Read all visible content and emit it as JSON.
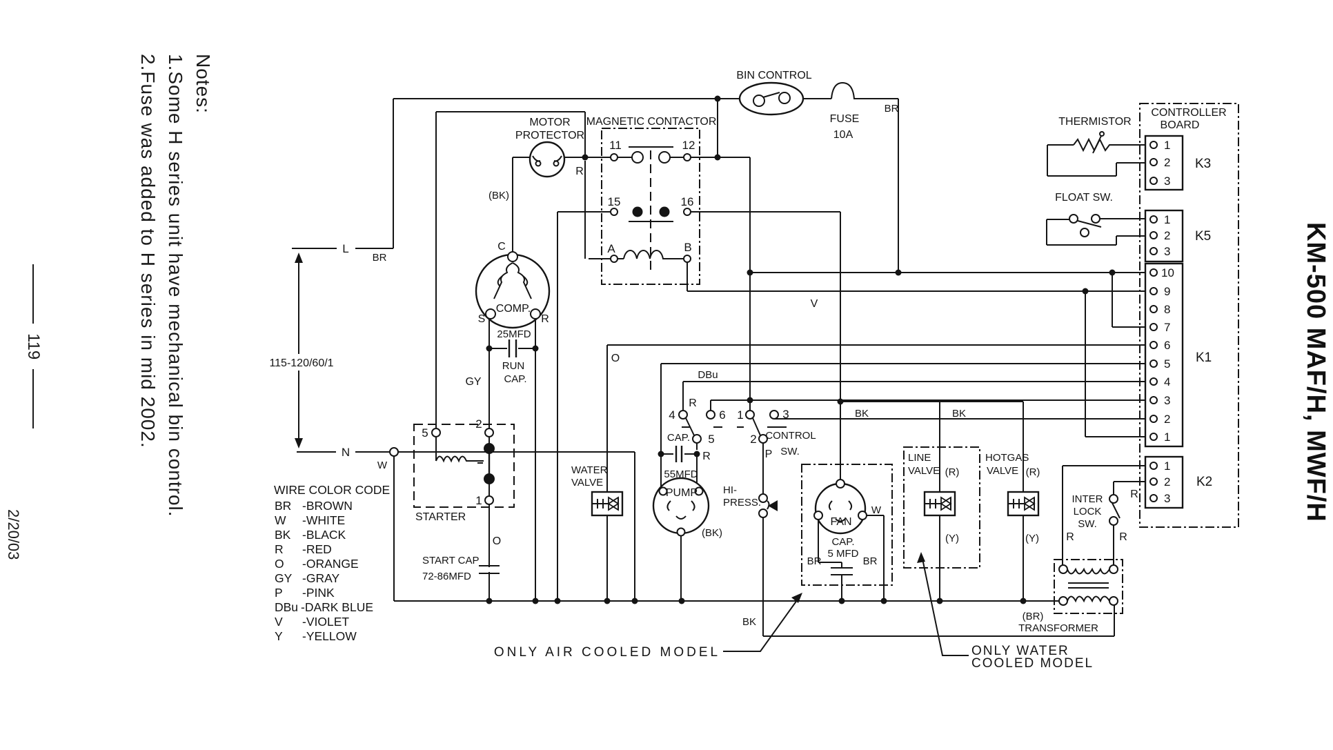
{
  "page": {
    "date_stamp": "2/20/03",
    "page_number": "119",
    "side_title": "KM-500 MAF/H, MWF/H",
    "notes": {
      "heading": "Notes:",
      "item1": "1.Some H series unit have mechanical bin control.",
      "item2": "2.Fuse was added to H series in mid 2002."
    }
  },
  "diagram": {
    "supply": {
      "l": "L",
      "n": "N",
      "w": "W",
      "br": "BR",
      "rating": "115-120/60/1"
    },
    "bin_control": "BIN CONTROL",
    "fuse": {
      "name": "FUSE",
      "rating": "10A"
    },
    "motor_protector": {
      "line1": "MOTOR",
      "line2": "PROTECTOR"
    },
    "magnetic_contactor": {
      "label": "MAGNETIC CONTACTOR",
      "terminals": [
        "11",
        "12",
        "15",
        "16",
        "A",
        "B"
      ]
    },
    "compressor": {
      "label": "COMP.",
      "c": "C",
      "s": "S",
      "r": "R"
    },
    "run_cap": {
      "value": "25MFD",
      "line1": "RUN",
      "line2": "CAP."
    },
    "starter": {
      "label": "STARTER",
      "terminals": [
        "5",
        "2",
        "1"
      ]
    },
    "start_cap": {
      "line1": "START CAP",
      "line2": "72-86MFD"
    },
    "water_valve": {
      "line1": "WATER",
      "line2": "VALVE"
    },
    "pump": {
      "label": "PUMP",
      "cap_label": "CAP.",
      "cap_value": "55MFD"
    },
    "control_switch": {
      "label1": "CONTROL",
      "label2": "SW.",
      "terminals": [
        "4",
        "5",
        "6",
        "1",
        "2",
        "3"
      ]
    },
    "hi_press": {
      "line1": "HI-",
      "line2": "PRESS."
    },
    "fan": {
      "label": "FAN",
      "cap_label": "CAP.",
      "cap_value": "5 MFD"
    },
    "line_valve": {
      "line1": "LINE",
      "line2": "VALVE"
    },
    "hotgas_valve": {
      "line1": "HOTGAS",
      "line2": "VALVE"
    },
    "inter_lock": {
      "line1": "INTER",
      "line2": "LOCK",
      "line3": "SW."
    },
    "transformer": "TRANSFORMER",
    "thermistor": "THERMISTOR",
    "float_sw": "FLOAT SW.",
    "controller_board": {
      "line1": "CONTROLLER",
      "line2": "BOARD"
    },
    "k3": {
      "label": "K3",
      "pins": [
        "1",
        "2",
        "3"
      ]
    },
    "k5": {
      "label": "K5",
      "pins": [
        "1",
        "2",
        "3"
      ]
    },
    "k1": {
      "label": "K1",
      "pins": [
        "10",
        "9",
        "8",
        "7",
        "6",
        "5",
        "4",
        "3",
        "2",
        "1"
      ]
    },
    "k2": {
      "label": "K2",
      "pins": [
        "1",
        "2",
        "3"
      ]
    },
    "callout_air": "ONLY AIR COOLED MODEL",
    "callout_water": {
      "line1": "ONLY WATER",
      "line2": "COOLED MODEL"
    },
    "wire_color_code": {
      "title": "WIRE COLOR CODE",
      "entries": [
        {
          "code": "BR",
          "name": "-BROWN"
        },
        {
          "code": "W",
          "name": "-WHITE"
        },
        {
          "code": "BK",
          "name": "-BLACK"
        },
        {
          "code": "R",
          "name": "-RED"
        },
        {
          "code": "O",
          "name": "-ORANGE"
        },
        {
          "code": "GY",
          "name": "-GRAY"
        },
        {
          "code": "P",
          "name": "-PINK"
        },
        {
          "code": "DBu",
          "name": "-DARK BLUE"
        },
        {
          "code": "V",
          "name": "-VIOLET"
        },
        {
          "code": "Y",
          "name": "-YELLOW"
        }
      ]
    },
    "wire_labels": {
      "br": "BR",
      "w": "W",
      "bk": "BK",
      "r": "R",
      "o": "O",
      "gy": "GY",
      "p": "P",
      "dbu": "DBu",
      "v": "V",
      "bk_paren": "(BK)",
      "r_paren": "(R)",
      "y_paren": "(Y)",
      "br_paren": "(BR)"
    }
  }
}
